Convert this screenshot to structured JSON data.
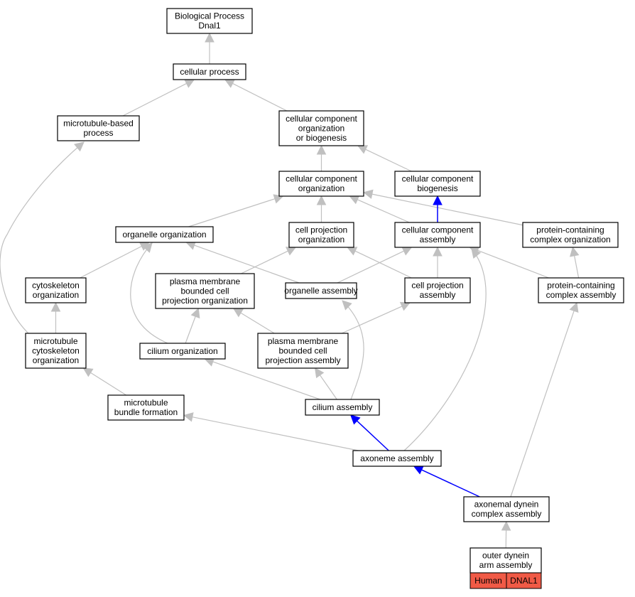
{
  "diagram": {
    "nodes": [
      {
        "id": "biological_process",
        "lines": [
          "Biological Process",
          "Dnal1"
        ]
      },
      {
        "id": "cellular_process",
        "lines": [
          "cellular process"
        ]
      },
      {
        "id": "microtubule_based_process",
        "lines": [
          "microtubule-based",
          "process"
        ]
      },
      {
        "id": "ccob",
        "lines": [
          "cellular component",
          "organization",
          "or biogenesis"
        ]
      },
      {
        "id": "cc_organization",
        "lines": [
          "cellular component",
          "organization"
        ]
      },
      {
        "id": "cc_biogenesis",
        "lines": [
          "cellular component",
          "biogenesis"
        ]
      },
      {
        "id": "organelle_organization",
        "lines": [
          "organelle organization"
        ]
      },
      {
        "id": "cell_projection_organization",
        "lines": [
          "cell projection",
          "organization"
        ]
      },
      {
        "id": "cc_assembly",
        "lines": [
          "cellular component",
          "assembly"
        ]
      },
      {
        "id": "pc_complex_organization",
        "lines": [
          "protein-containing",
          "complex organization"
        ]
      },
      {
        "id": "cytoskeleton_organization",
        "lines": [
          "cytoskeleton",
          "organization"
        ]
      },
      {
        "id": "pmbcp_organization",
        "lines": [
          "plasma membrane",
          "bounded cell",
          "projection organization"
        ]
      },
      {
        "id": "organelle_assembly",
        "lines": [
          "organelle assembly"
        ]
      },
      {
        "id": "cell_projection_assembly",
        "lines": [
          "cell projection",
          "assembly"
        ]
      },
      {
        "id": "pc_complex_assembly",
        "lines": [
          "protein-containing",
          "complex assembly"
        ]
      },
      {
        "id": "microtubule_cytoskeleton_organization",
        "lines": [
          "microtubule",
          "cytoskeleton",
          "organization"
        ]
      },
      {
        "id": "cilium_organization",
        "lines": [
          "cilium organization"
        ]
      },
      {
        "id": "pmbcp_assembly",
        "lines": [
          "plasma membrane",
          "bounded cell",
          "projection assembly"
        ]
      },
      {
        "id": "microtubule_bundle_formation",
        "lines": [
          "microtubule",
          "bundle formation"
        ]
      },
      {
        "id": "cilium_assembly",
        "lines": [
          "cilium assembly"
        ]
      },
      {
        "id": "axoneme_assembly",
        "lines": [
          "axoneme assembly"
        ]
      },
      {
        "id": "axonemal_dynein_complex_assembly",
        "lines": [
          "axonemal dynein",
          "complex assembly"
        ]
      },
      {
        "id": "outer_dynein_arm_assembly",
        "lines": [
          "outer dynein",
          "arm assembly"
        ],
        "cells": [
          "Human",
          "DNAL1"
        ]
      }
    ],
    "edges": [
      {
        "from": "cellular_process",
        "to": "biological_process",
        "color": "gray"
      },
      {
        "from": "microtubule_based_process",
        "to": "cellular_process",
        "color": "gray"
      },
      {
        "from": "ccob",
        "to": "cellular_process",
        "color": "gray"
      },
      {
        "from": "cc_organization",
        "to": "ccob",
        "color": "gray"
      },
      {
        "from": "cc_biogenesis",
        "to": "ccob",
        "color": "gray"
      },
      {
        "from": "organelle_organization",
        "to": "cc_organization",
        "color": "gray"
      },
      {
        "from": "cell_projection_organization",
        "to": "cc_organization",
        "color": "gray"
      },
      {
        "from": "cc_assembly",
        "to": "cc_organization",
        "color": "gray"
      },
      {
        "from": "pc_complex_organization",
        "to": "cc_organization",
        "color": "gray"
      },
      {
        "from": "cc_assembly",
        "to": "cc_biogenesis",
        "color": "blue"
      },
      {
        "from": "cytoskeleton_organization",
        "to": "organelle_organization",
        "color": "gray"
      },
      {
        "from": "pmbcp_organization",
        "to": "cell_projection_organization",
        "color": "gray"
      },
      {
        "from": "organelle_assembly",
        "to": "organelle_organization",
        "color": "gray"
      },
      {
        "from": "organelle_assembly",
        "to": "cc_assembly",
        "color": "gray"
      },
      {
        "from": "cell_projection_assembly",
        "to": "cell_projection_organization",
        "color": "gray"
      },
      {
        "from": "cell_projection_assembly",
        "to": "cc_assembly",
        "color": "gray"
      },
      {
        "from": "pc_complex_assembly",
        "to": "cc_assembly",
        "color": "gray"
      },
      {
        "from": "pc_complex_assembly",
        "to": "pc_complex_organization",
        "color": "gray"
      },
      {
        "from": "microtubule_cytoskeleton_organization",
        "to": "cytoskeleton_organization",
        "color": "gray"
      },
      {
        "from": "microtubule_cytoskeleton_organization",
        "to": "microtubule_based_process",
        "color": "gray"
      },
      {
        "from": "cilium_organization",
        "to": "organelle_organization",
        "color": "gray"
      },
      {
        "from": "cilium_organization",
        "to": "pmbcp_organization",
        "color": "gray"
      },
      {
        "from": "pmbcp_assembly",
        "to": "pmbcp_organization",
        "color": "gray"
      },
      {
        "from": "pmbcp_assembly",
        "to": "cell_projection_assembly",
        "color": "gray"
      },
      {
        "from": "microtubule_bundle_formation",
        "to": "microtubule_cytoskeleton_organization",
        "color": "gray"
      },
      {
        "from": "cilium_assembly",
        "to": "cilium_organization",
        "color": "gray"
      },
      {
        "from": "cilium_assembly",
        "to": "pmbcp_assembly",
        "color": "gray"
      },
      {
        "from": "cilium_assembly",
        "to": "organelle_assembly",
        "color": "gray"
      },
      {
        "from": "axoneme_assembly",
        "to": "cilium_assembly",
        "color": "blue"
      },
      {
        "from": "axoneme_assembly",
        "to": "microtubule_bundle_formation",
        "color": "gray"
      },
      {
        "from": "axoneme_assembly",
        "to": "cc_assembly",
        "color": "gray"
      },
      {
        "from": "axonemal_dynein_complex_assembly",
        "to": "axoneme_assembly",
        "color": "blue"
      },
      {
        "from": "axonemal_dynein_complex_assembly",
        "to": "pc_complex_assembly",
        "color": "gray"
      },
      {
        "from": "outer_dynein_arm_assembly",
        "to": "axonemal_dynein_complex_assembly",
        "color": "gray"
      }
    ],
    "colors": {
      "gray_edge": "#c0c0c0",
      "blue_edge": "#0000ff",
      "annotation_cell": "#f05a46"
    }
  }
}
